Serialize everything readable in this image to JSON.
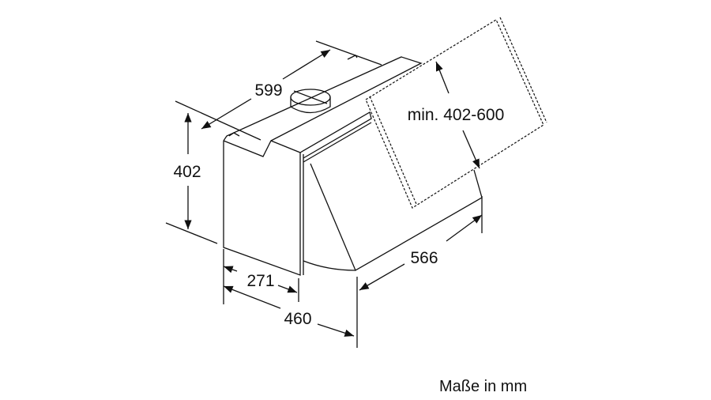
{
  "dimensions": {
    "width": "599",
    "height": "402",
    "depth_top": "271",
    "depth_total": "460",
    "canopy": "566",
    "chimney": "min. 402-600"
  },
  "units_note": "Maße in mm"
}
